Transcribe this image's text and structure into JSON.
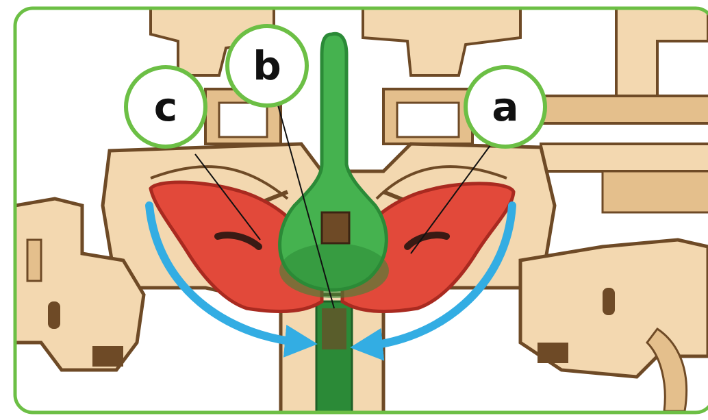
{
  "callouts": {
    "a": {
      "label": "a"
    },
    "b": {
      "label": "b"
    },
    "c": {
      "label": "c"
    }
  },
  "colors": {
    "frame_border": "#6cbf45",
    "wood_light": "#f3d8b0",
    "wood_mid": "#e4bf8c",
    "wood_edge": "#6e4a26",
    "red_part": "#e2493a",
    "red_dark": "#a92a20",
    "green_part": "#45b24f",
    "green_dark": "#2b8a37",
    "arrow_blue": "#33ade3"
  },
  "icons": [
    "curved-arrow-left-icon",
    "curved-arrow-right-icon"
  ]
}
